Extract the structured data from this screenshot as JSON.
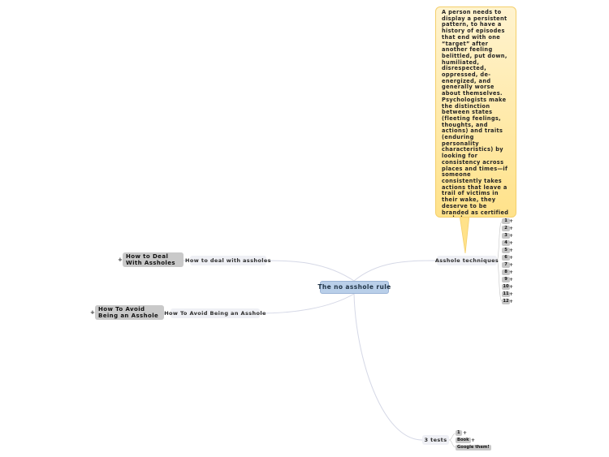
{
  "central_topic": "The no asshole rule",
  "branches": {
    "deal": "How to deal with assholes",
    "avoid": "How To Avoid Being an Asshole",
    "techniques": "Asshole techniques",
    "tests": "3 tests"
  },
  "subtopics": {
    "deal": "How to Deal With Assholes",
    "avoid": "How To Avoid Being an Asshole"
  },
  "note_text": "A person needs to display a persistent pattern, to have a history of episodes that end with one “target” after another feeling belittled, put down, humiliated, disrespected, oppressed, de-energized, and generally worse about themselves. Psychologists make the distinction between states (fleeting feelings, thoughts, and actions) and traits (enduring personality characteristics) by looking for consistency across places and times—if someone consistently takes actions that leave a trail of victims in their wake, they deserve to be branded as certified assholes.",
  "techniques_items": [
    "1",
    "2",
    "3",
    "4",
    "5",
    "6",
    "7",
    "8",
    "9",
    "10",
    "11",
    "12"
  ],
  "tests_items": [
    "1",
    "Book",
    "Google them!"
  ],
  "expand_symbol": "+",
  "colors": {
    "central_fill": "#b9cfe9",
    "branch_fill": "#eff0f5",
    "subtopic_fill": "#c9c9c9",
    "note_fill": "#ffe28a",
    "connector": "#d5d8e6"
  }
}
